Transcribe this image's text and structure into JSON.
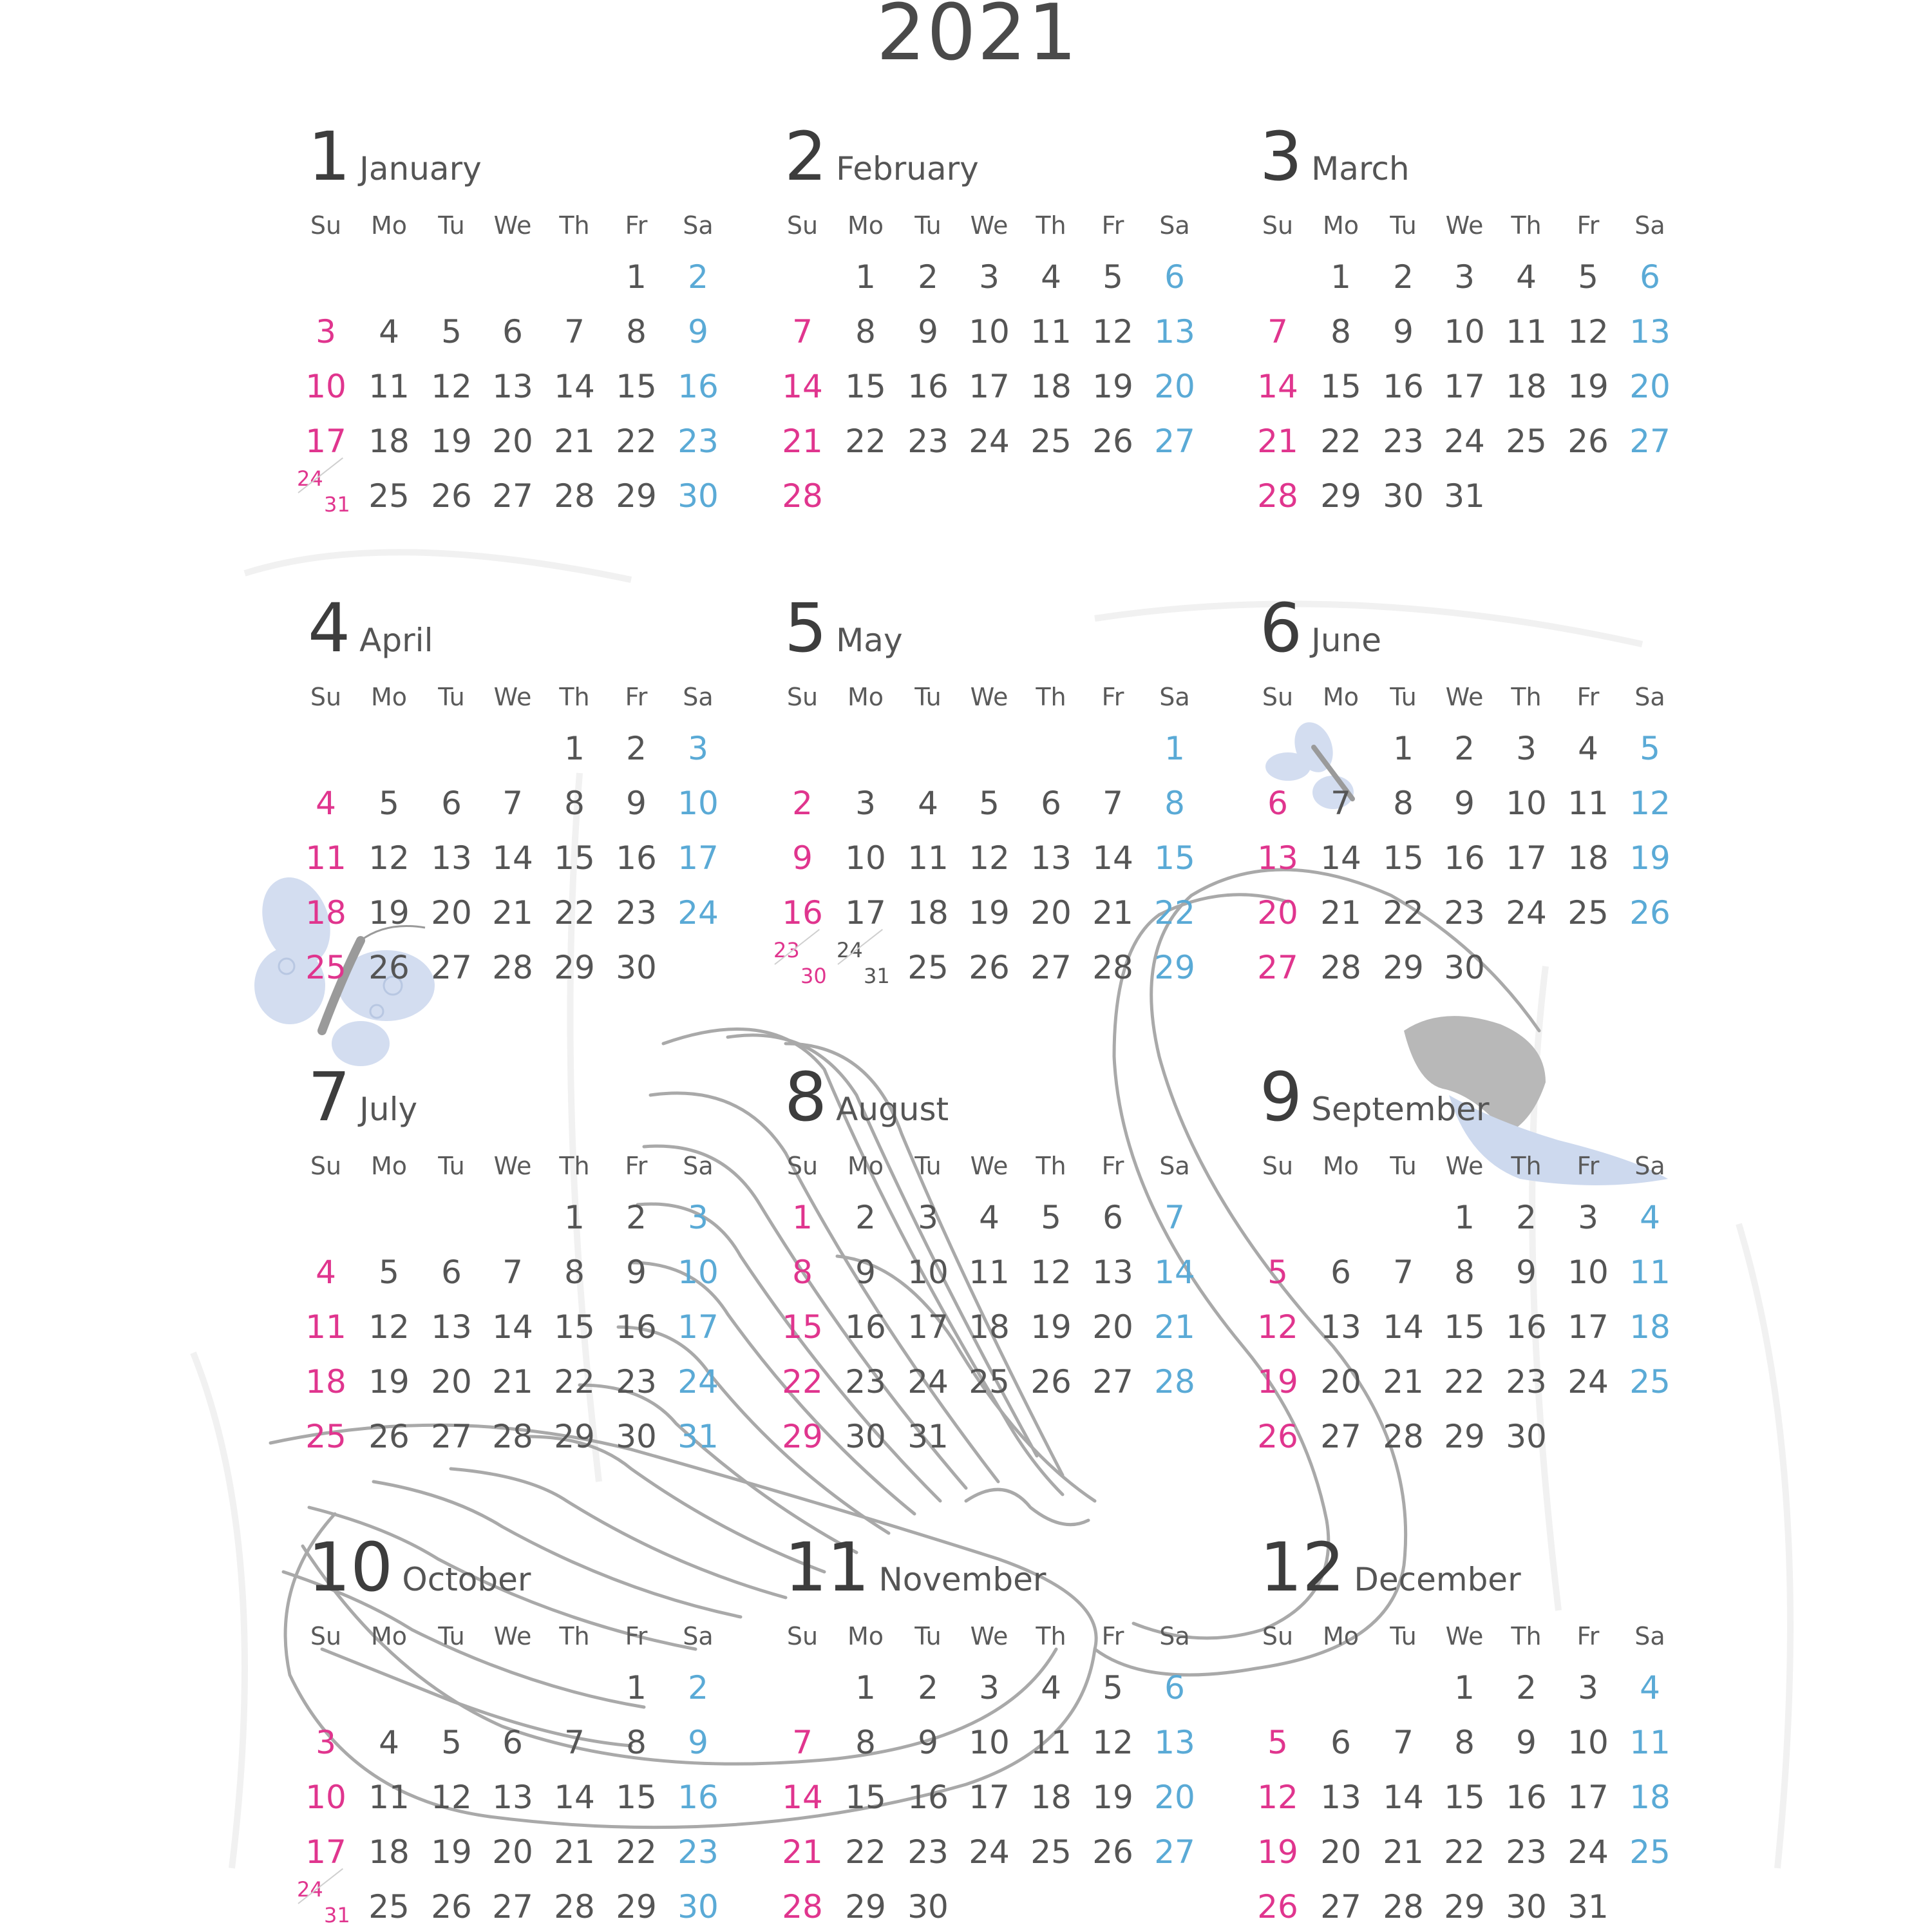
{
  "year": "2021",
  "weekdays": [
    "Su",
    "Mo",
    "Tu",
    "We",
    "Th",
    "Fr",
    "Sa"
  ],
  "months": [
    {
      "num": "1",
      "name": "January",
      "start": 5,
      "days": 31
    },
    {
      "num": "2",
      "name": "February",
      "start": 1,
      "days": 28
    },
    {
      "num": "3",
      "name": "March",
      "start": 1,
      "days": 31
    },
    {
      "num": "4",
      "name": "April",
      "start": 4,
      "days": 30
    },
    {
      "num": "5",
      "name": "May",
      "start": 6,
      "days": 31
    },
    {
      "num": "6",
      "name": "June",
      "start": 2,
      "days": 30
    },
    {
      "num": "7",
      "name": "July",
      "start": 4,
      "days": 31
    },
    {
      "num": "8",
      "name": "August",
      "start": 0,
      "days": 31
    },
    {
      "num": "9",
      "name": "September",
      "start": 3,
      "days": 30
    },
    {
      "num": "10",
      "name": "October",
      "start": 5,
      "days": 31
    },
    {
      "num": "11",
      "name": "November",
      "start": 1,
      "days": 30
    },
    {
      "num": "12",
      "name": "December",
      "start": 3,
      "days": 31
    }
  ],
  "colors": {
    "sunday": "#e0358e",
    "saturday": "#5aaad6",
    "weekday": "#555555",
    "header": "#3d3d3d",
    "swan_outline": "#a9a9a9",
    "butterfly": "#c8d6ec"
  },
  "illustration": {
    "subject": "swan with butterflies",
    "icons": [
      "swan-icon",
      "butterfly-icon",
      "butterfly-icon"
    ]
  }
}
